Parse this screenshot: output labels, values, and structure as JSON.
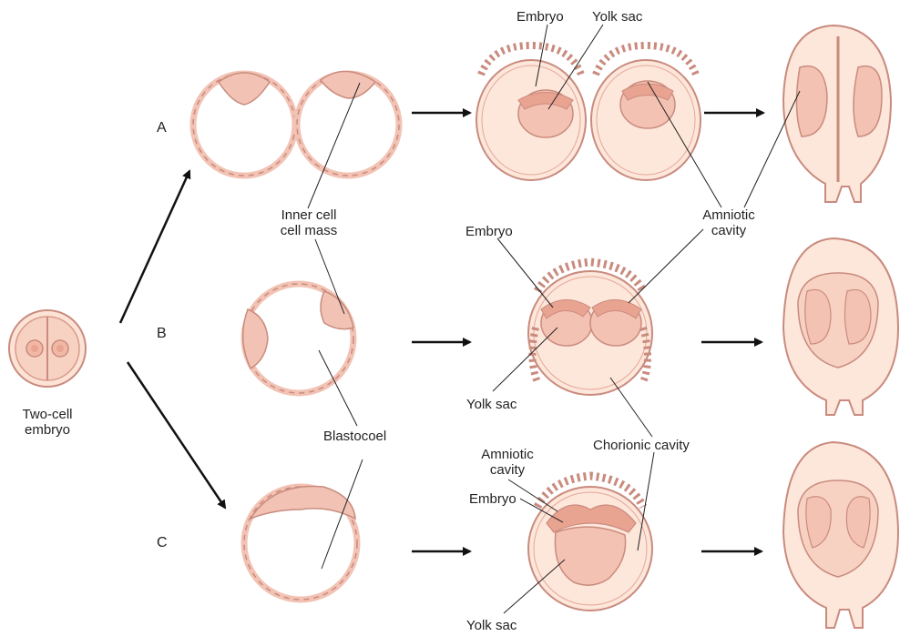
{
  "colors": {
    "outline": "#c98b7e",
    "fill_light": "#fce3d6",
    "fill_mid": "#f4c2b2",
    "fill_dark": "#e9a391",
    "arrow": "#111111",
    "leader": "#222222",
    "text": "#222222"
  },
  "labels": {
    "row_a": "A",
    "row_b": "B",
    "row_c": "C",
    "two_cell_line1": "Two-cell",
    "two_cell_line2": "embryo",
    "inner_cell_line1": "Inner cell",
    "inner_cell_line2": "cell mass",
    "blastocoel": "Blastocoel",
    "embryo_a": "Embryo",
    "yolk_sac_a": "Yolk sac",
    "embryo_b": "Embryo",
    "yolk_sac_b": "Yolk sac",
    "amniotic_line1": "Amniotic",
    "amniotic_line2": "cavity",
    "chorionic_cavity": "Chorionic cavity",
    "amniotic_c_line1": "Amniotic",
    "amniotic_c_line2": "cavity",
    "embryo_c": "Embryo",
    "yolk_sac_c": "Yolk sac"
  }
}
